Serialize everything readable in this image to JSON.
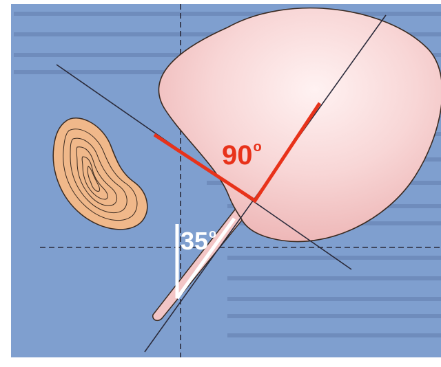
{
  "labels": {
    "angle_90": "90",
    "angle_35": "35",
    "degree_symbol": "o"
  },
  "colors": {
    "background": "#7f9fcf",
    "organ_fill": "#f3c6c6",
    "organ_highlight": "#ffeaea",
    "kidney_fill": "#f0b88a",
    "angle_marker_red": "#e8321a",
    "angle_marker_white": "#ffffff",
    "line_dark": "#2a2a3a"
  },
  "icons": {
    "kidney": "kidney-contour-icon",
    "bladder": "bladder-shape-icon"
  }
}
